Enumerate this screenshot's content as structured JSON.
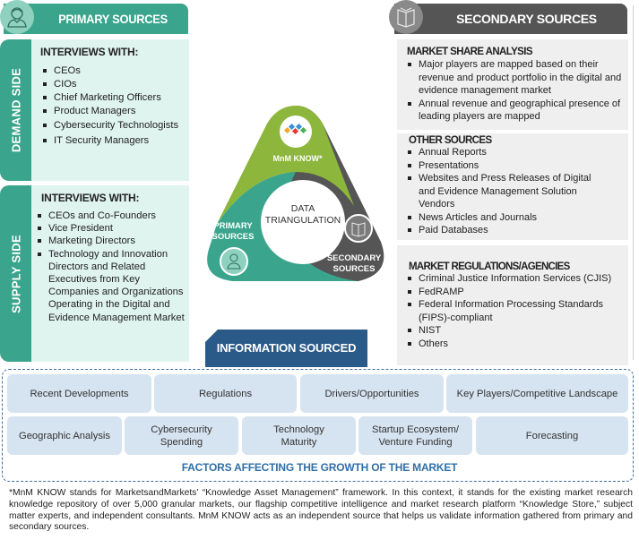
{
  "primary": {
    "header": "PRIMARY SOURCES",
    "icon": "person-icon",
    "demand": {
      "tab": "DEMAND SIDE",
      "title": "INTERVIEWS WITH:",
      "items": [
        "CEOs",
        "CIOs",
        "Chief Marketing Officers",
        "Product Managers",
        "Cybersecurity Technologists",
        "IT Security Managers"
      ]
    },
    "supply": {
      "tab": "SUPPLY SIDE",
      "title": "INTERVIEWS WITH:",
      "items": [
        "CEOs and Co-Founders",
        "Vice President",
        "Marketing Directors",
        "Technology and Innovation Directors and Related Executives from Key Companies and Organizations Operating in the Digital and Evidence Management Market"
      ]
    }
  },
  "secondary": {
    "header": "SECONDARY SOURCES",
    "icon": "book-icon",
    "market_share": {
      "title": "MARKET SHARE ANALYSIS",
      "items": [
        "Major players are mapped based on their revenue and product portfolio in the digital and evidence management market",
        "Annual revenue and geographical presence of leading players are mapped"
      ]
    },
    "other": {
      "title": "OTHER SOURCES",
      "items": [
        "Annual Reports",
        "Presentations",
        "Websites and Press Releases of Digital and Evidence Management Solution Vendors",
        "News Articles and Journals",
        "Paid Databases"
      ]
    },
    "regulations": {
      "title": "MARKET REGULATIONS/AGENCIES",
      "items": [
        "Criminal Justice Information Services (CJIS)",
        "FedRAMP",
        "Federal Information Processing Standards (FIPS)-compliant",
        "NIST",
        "Others"
      ]
    }
  },
  "triangle": {
    "center_line1": "DATA",
    "center_line2": "TRIANGULATION",
    "top_label": "MnM KNOW*",
    "left_line1": "PRIMARY",
    "left_line2": "SOURCES",
    "right_line1": "SECONDARY",
    "right_line2": "SOURCES",
    "colors": {
      "green": "#8db63c",
      "teal": "#3aa58c",
      "dark": "#555555"
    }
  },
  "info_sourced": "INFORMATION SOURCED",
  "factors": {
    "row1": [
      "Recent Developments",
      "Regulations",
      "Drivers/Opportunities",
      "Key Players/Competitive Landscape"
    ],
    "row2": [
      "Geographic Analysis",
      "Cybersecurity Spending",
      "Technology Maturity",
      "Startup Ecosystem/ Venture Funding",
      "Forecasting"
    ],
    "title": "FACTORS AFFECTING THE GROWTH OF THE MARKET"
  },
  "footnote": "*MnM KNOW stands for MarketsandMarkets' “Knowledge Asset Management” framework. In this context, it stands for the existing market research knowledge repository of over 5,000 granular markets, our flagship competitive intelligence and market research platform “Knowledge Store,” subject matter experts, and independent consultants. MnM KNOW acts as an independent source that helps us validate information gathered from primary and secondary sources."
}
